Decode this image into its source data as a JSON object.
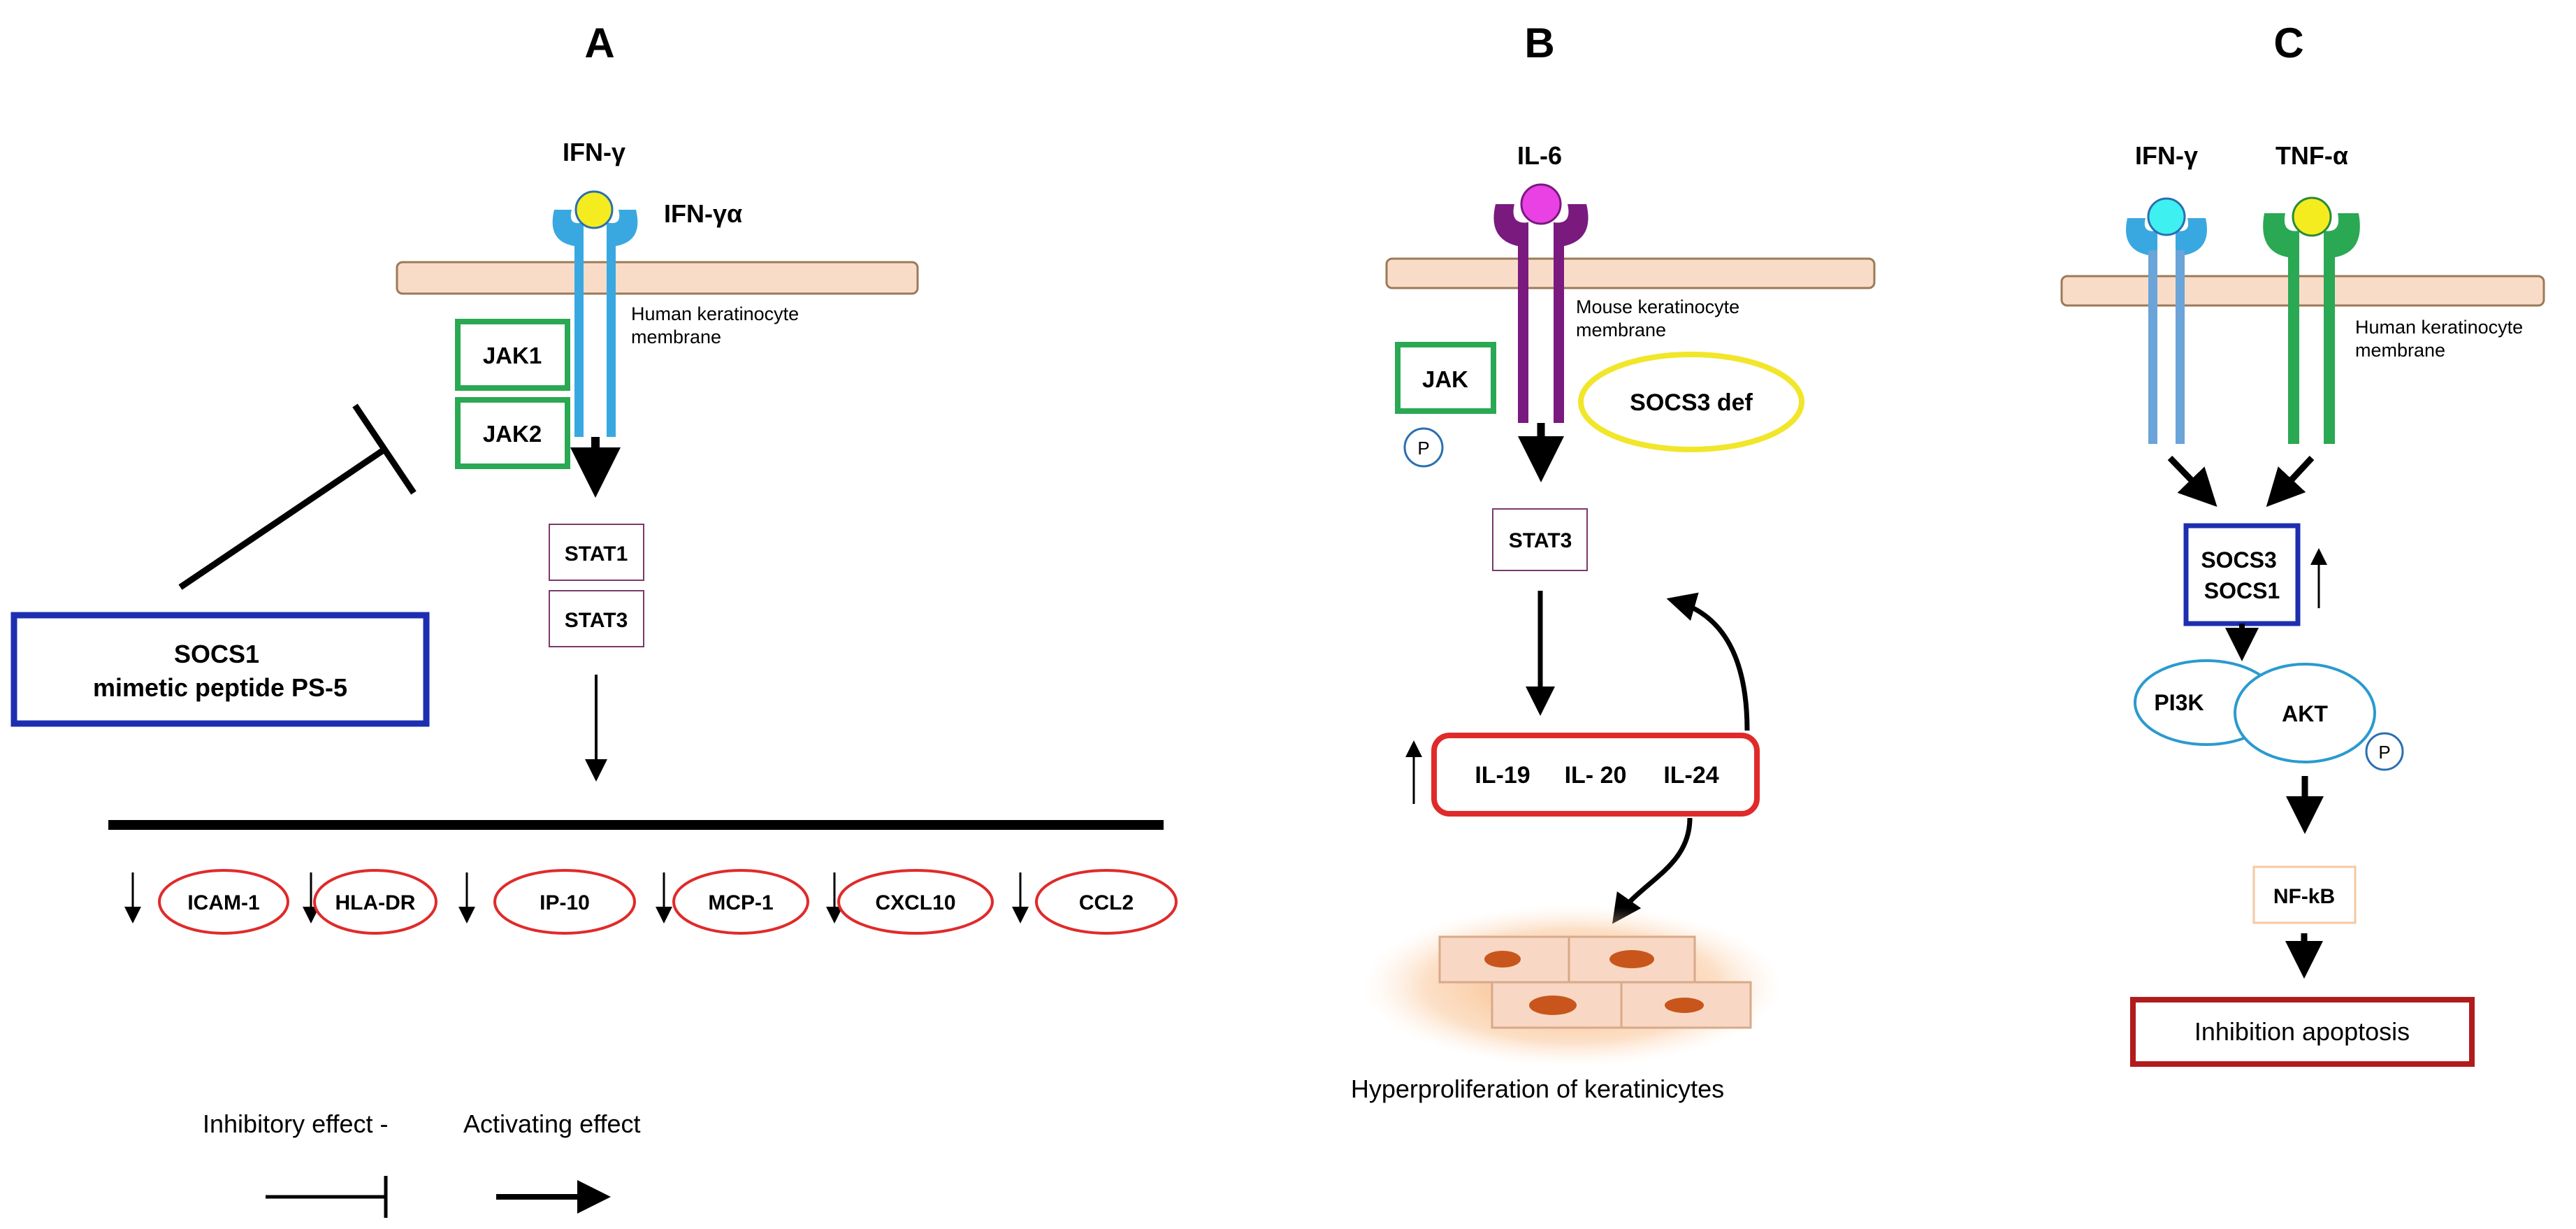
{
  "panels": {
    "a": {
      "letter": "A",
      "ligand": "IFN-γ",
      "receptor": "IFN-γα",
      "membrane": [
        "Human keratinocyte",
        "membrane"
      ],
      "jak1": "JAK1",
      "jak2": "JAK2",
      "stat1": "STAT1",
      "stat3": "STAT3",
      "inhibitor": [
        "SOCS1",
        "mimetic peptide PS-5"
      ],
      "genes": [
        "ICAM-1",
        "HLA-DR",
        "IP-10",
        "MCP-1",
        "CXCL10",
        "CCL2"
      ]
    },
    "b": {
      "letter": "B",
      "ligand": "IL-6",
      "membrane": [
        "Mouse keratinocyte",
        "membrane"
      ],
      "jak": "JAK",
      "phospho": "P",
      "socs": "SOCS3 def",
      "stat": "STAT3",
      "cytokines": [
        "IL-19",
        "IL- 20",
        "IL-24"
      ],
      "outcome": "Hyperproliferation of keratinicytes"
    },
    "c": {
      "letter": "C",
      "ligand1": "IFN-γ",
      "ligand2": "TNF-α",
      "membrane": [
        "Human keratinocyte",
        "membrane"
      ],
      "socs": [
        "SOCS3",
        "SOCS1"
      ],
      "pi3k": "PI3K",
      "akt": "AKT",
      "phospho": "P",
      "nfkb": "NF-kB",
      "outcome": "Inhibition apoptosis"
    }
  },
  "legend": {
    "inhibitory": "Inhibitory effect -",
    "activating": "Activating effect"
  },
  "colors": {
    "membrane_fill": "#f9dcc8",
    "membrane_stroke": "#9c7a58",
    "ifn_receptor": "#3aa8e0",
    "il6_receptor": "#7a1a7f",
    "tnf_receptor": "#2aa853",
    "jak_box": "#2aa853",
    "socs_box": "#1d2fb0",
    "gene_ellipse": "#e02a2a",
    "socs3def": "#f1e62a",
    "outcome_box": "#b01c1c",
    "stat_box": "#7a3a6a"
  }
}
